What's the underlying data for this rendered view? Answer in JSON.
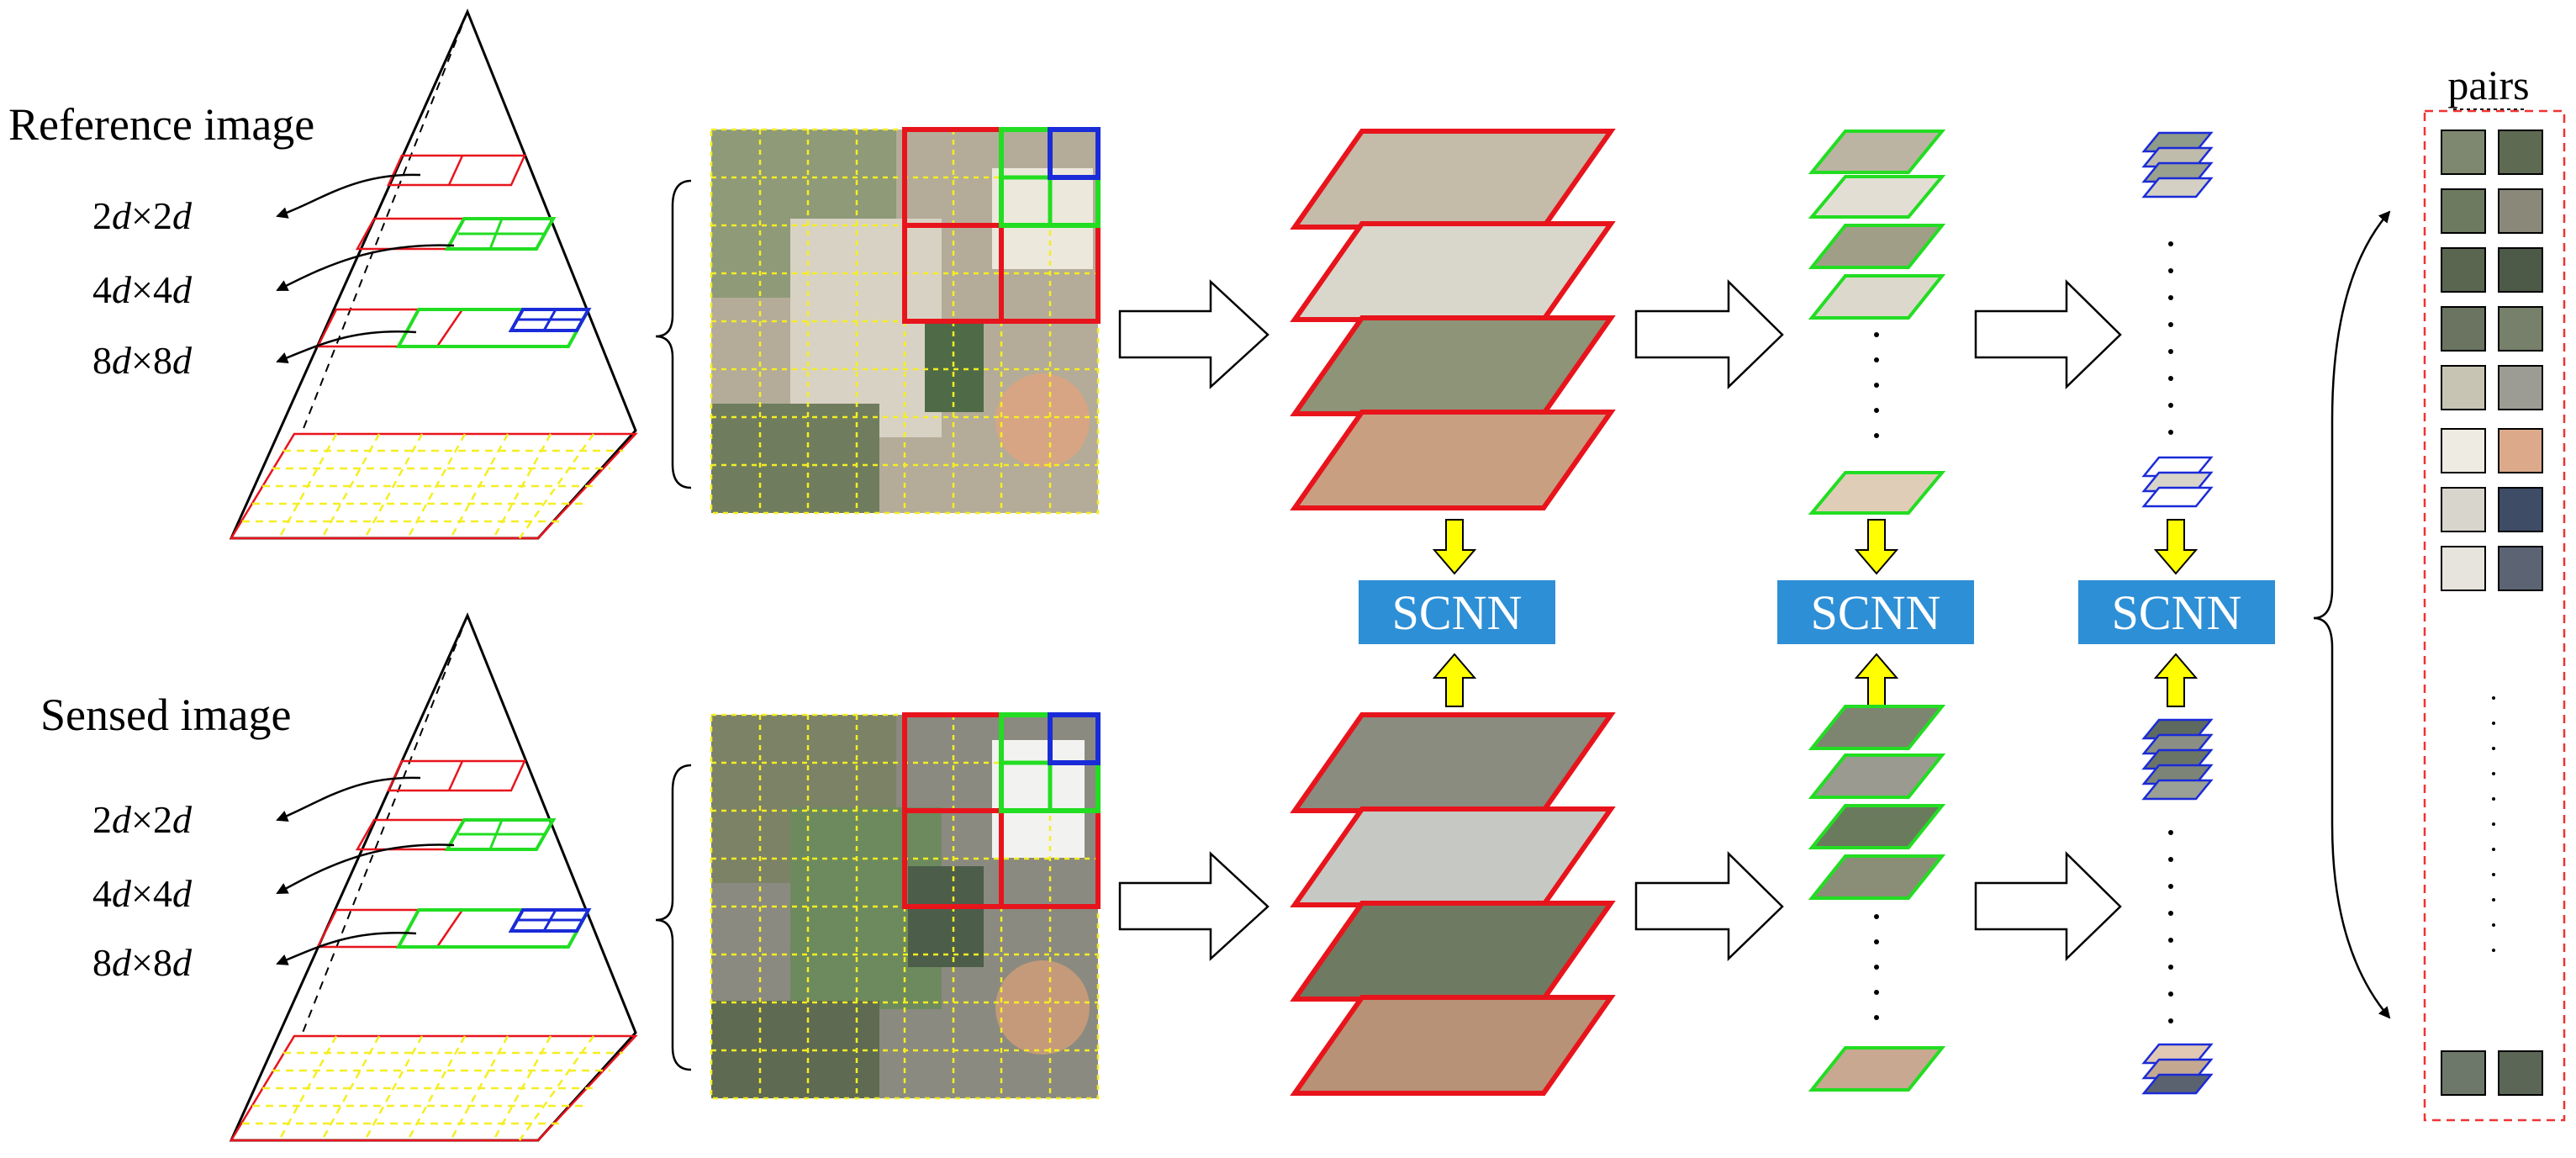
{
  "labels": {
    "reference_image": "Reference image",
    "sensed_image": "Sensed image",
    "pairs": "pairs",
    "scnn": "SCNN"
  },
  "scales": [
    {
      "num": "2",
      "var": "d",
      "times": "×",
      "num2": "2",
      "var2": "d"
    },
    {
      "num": "4",
      "var": "d",
      "times": "×",
      "num2": "4",
      "var2": "d"
    },
    {
      "num": "8",
      "var": "d",
      "times": "×",
      "num2": "8",
      "var2": "d"
    }
  ],
  "colors": {
    "red": "#e8141c",
    "green": "#22dd22",
    "blue": "#1a2bd8",
    "yellow": "#f5ee22",
    "scnn_fill": "#2d8fd6",
    "arrow_yellow": "#ffff00",
    "pairs_border": "#ee3333"
  }
}
